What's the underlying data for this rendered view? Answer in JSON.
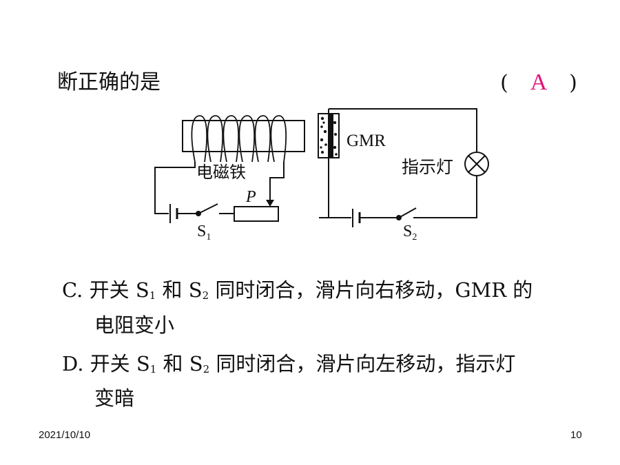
{
  "question": {
    "stem": "断正确的是",
    "answer_open": "(",
    "answer": "A",
    "answer_close": ")"
  },
  "figure": {
    "electromagnet_label": "电磁铁",
    "slider_label": "P",
    "switch1": {
      "letter": "S",
      "sub": "1"
    },
    "gmr_label": "GMR",
    "lamp_label": "指示灯",
    "switch2": {
      "letter": "S",
      "sub": "2"
    }
  },
  "options": [
    {
      "prefix": "C.",
      "part1": "开关",
      "s1": "S",
      "s1_sub": "1",
      "and": "和",
      "s2": "S",
      "s2_sub": "2",
      "rest_line1": "同时闭合，滑片向右移动，GMR 的",
      "line2": "电阻变小"
    },
    {
      "prefix": "D.",
      "part1": "开关",
      "s1": "S",
      "s1_sub": "1",
      "and": "和",
      "s2": "S",
      "s2_sub": "2",
      "rest_line1": "同时闭合，滑片向左移动，指示灯",
      "line2": "变暗"
    }
  ],
  "footer": {
    "date": "2021/10/10",
    "page": "10"
  },
  "colors": {
    "answer": "#e0127a",
    "text": "#111111"
  }
}
